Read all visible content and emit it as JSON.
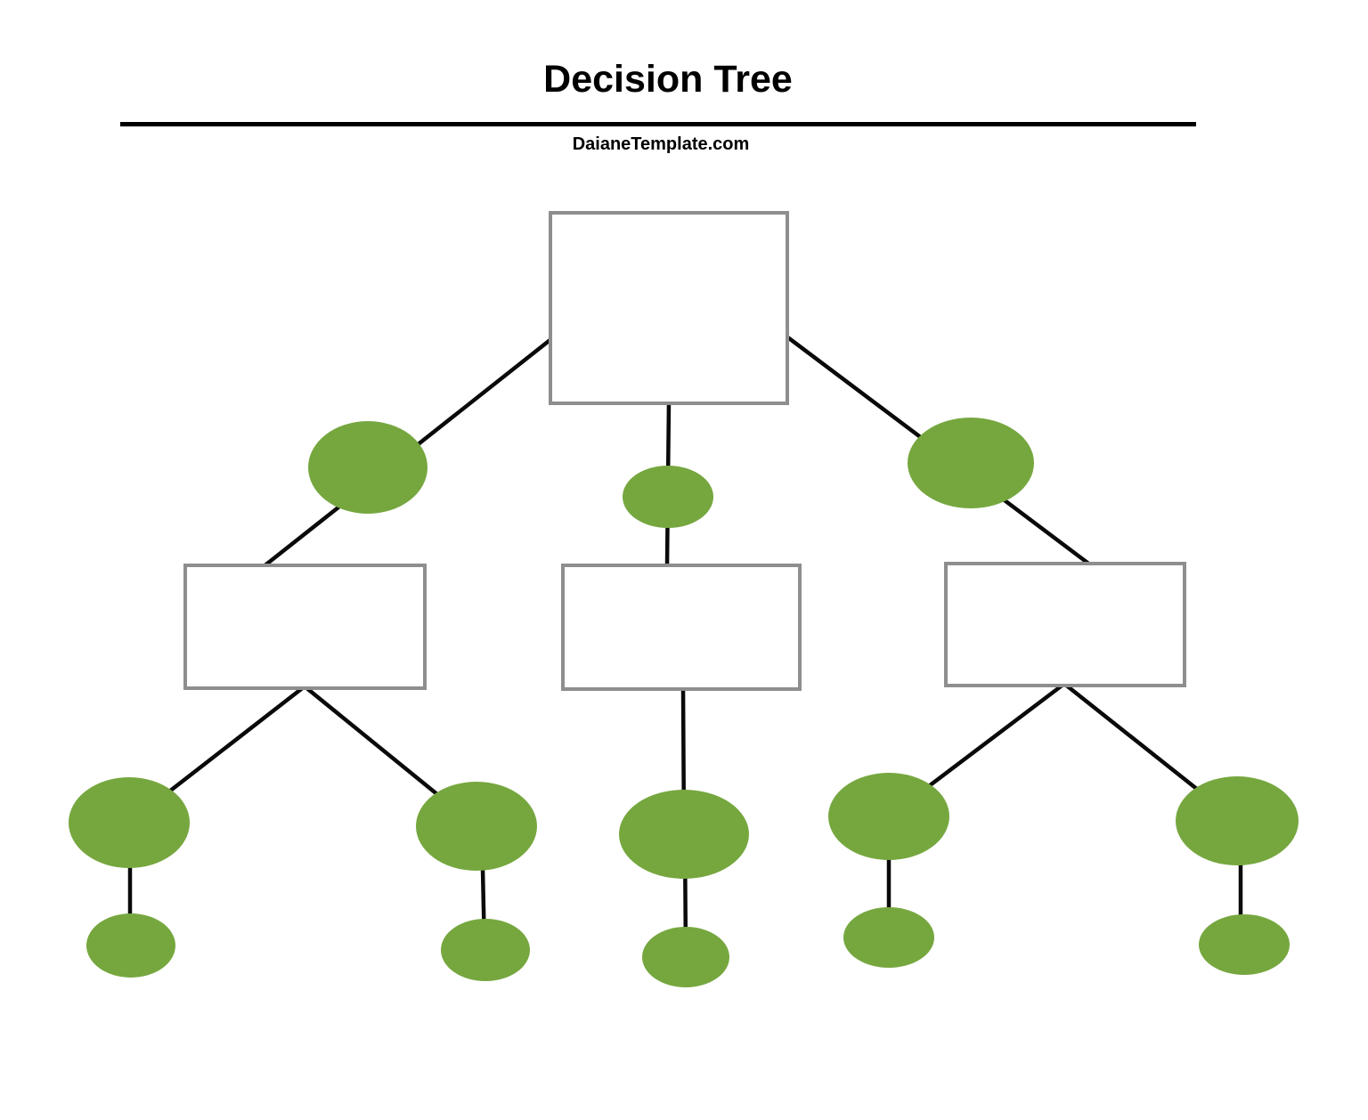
{
  "page": {
    "title": "Decision Tree",
    "watermark": "DaianeTemplate.com",
    "background_color": "#FFFFFF"
  },
  "colors": {
    "title_text": "#000000",
    "divider": "#000000",
    "connector": "#0a0a0a",
    "box_fill": "#FFFFFF",
    "box_border": "#8E8E8E",
    "oval_fill": "#76A73F"
  },
  "diagram": {
    "kind": "decision-tree-template",
    "nodes": [
      {
        "id": "root-box",
        "shape": "rectangle",
        "level": 1,
        "label": ""
      },
      {
        "id": "branch-left-oval",
        "shape": "ellipse",
        "level": 2,
        "label": ""
      },
      {
        "id": "branch-center-oval",
        "shape": "ellipse",
        "level": 2,
        "label": ""
      },
      {
        "id": "branch-right-oval",
        "shape": "ellipse",
        "level": 2,
        "label": ""
      },
      {
        "id": "box-left",
        "shape": "rectangle",
        "level": 3,
        "label": ""
      },
      {
        "id": "box-center",
        "shape": "rectangle",
        "level": 3,
        "label": ""
      },
      {
        "id": "box-right",
        "shape": "rectangle",
        "level": 3,
        "label": ""
      },
      {
        "id": "leaf-1-big",
        "shape": "ellipse",
        "level": 4,
        "label": ""
      },
      {
        "id": "leaf-2-big",
        "shape": "ellipse",
        "level": 4,
        "label": ""
      },
      {
        "id": "leaf-3-big",
        "shape": "ellipse",
        "level": 4,
        "label": ""
      },
      {
        "id": "leaf-4-big",
        "shape": "ellipse",
        "level": 4,
        "label": ""
      },
      {
        "id": "leaf-5-big",
        "shape": "ellipse",
        "level": 4,
        "label": ""
      },
      {
        "id": "leaf-1-small",
        "shape": "ellipse",
        "level": 5,
        "label": ""
      },
      {
        "id": "leaf-2-small",
        "shape": "ellipse",
        "level": 5,
        "label": ""
      },
      {
        "id": "leaf-3-small",
        "shape": "ellipse",
        "level": 5,
        "label": ""
      },
      {
        "id": "leaf-4-small",
        "shape": "ellipse",
        "level": 5,
        "label": ""
      },
      {
        "id": "leaf-5-small",
        "shape": "ellipse",
        "level": 5,
        "label": ""
      }
    ],
    "edges": [
      {
        "from": "root-box",
        "to": "box-left",
        "via": "branch-left-oval"
      },
      {
        "from": "root-box",
        "to": "box-center",
        "via": "branch-center-oval"
      },
      {
        "from": "root-box",
        "to": "box-right",
        "via": "branch-right-oval"
      },
      {
        "from": "box-left",
        "to": "leaf-1-big"
      },
      {
        "from": "box-left",
        "to": "leaf-2-big"
      },
      {
        "from": "box-center",
        "to": "leaf-3-big"
      },
      {
        "from": "box-right",
        "to": "leaf-4-big"
      },
      {
        "from": "box-right",
        "to": "leaf-5-big"
      },
      {
        "from": "leaf-1-big",
        "to": "leaf-1-small"
      },
      {
        "from": "leaf-2-big",
        "to": "leaf-2-small"
      },
      {
        "from": "leaf-3-big",
        "to": "leaf-3-small"
      },
      {
        "from": "leaf-4-big",
        "to": "leaf-4-small"
      },
      {
        "from": "leaf-5-big",
        "to": "leaf-5-small"
      }
    ]
  }
}
